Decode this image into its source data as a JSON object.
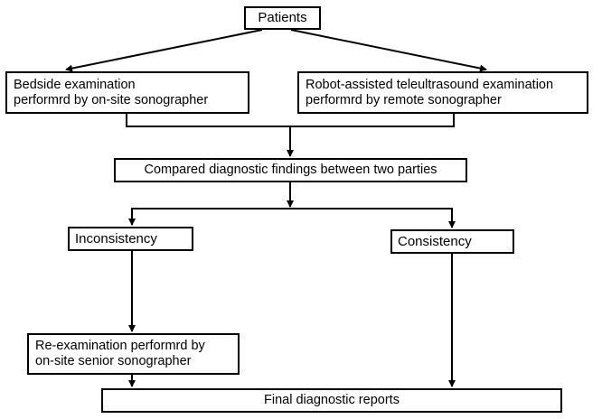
{
  "diagram": {
    "nodes": {
      "patients": {
        "label": "Patients"
      },
      "bedside": {
        "lines": [
          "Bedside examination",
          "performrd by on-site sonographer"
        ]
      },
      "robot": {
        "lines": [
          "Robot-assisted teleultrasound examination",
          "performrd by remote sonographer"
        ]
      },
      "compared": {
        "label": "Compared diagnostic findings between two parties"
      },
      "inconsistency": {
        "label": "Inconsistency"
      },
      "consistency": {
        "label": "Consistency"
      },
      "reexam": {
        "lines": [
          "Re-examination performrd by",
          "on-site senior sonographer"
        ]
      },
      "final": {
        "label": "Final diagnostic reports"
      }
    },
    "edges": [
      {
        "from": "patients",
        "to": "bedside"
      },
      {
        "from": "patients",
        "to": "robot"
      },
      {
        "from": "bedside",
        "to": "compared"
      },
      {
        "from": "robot",
        "to": "compared"
      },
      {
        "from": "compared",
        "to": "inconsistency"
      },
      {
        "from": "compared",
        "to": "consistency"
      },
      {
        "from": "inconsistency",
        "to": "reexam"
      },
      {
        "from": "reexam",
        "to": "final"
      },
      {
        "from": "consistency",
        "to": "final"
      }
    ]
  }
}
